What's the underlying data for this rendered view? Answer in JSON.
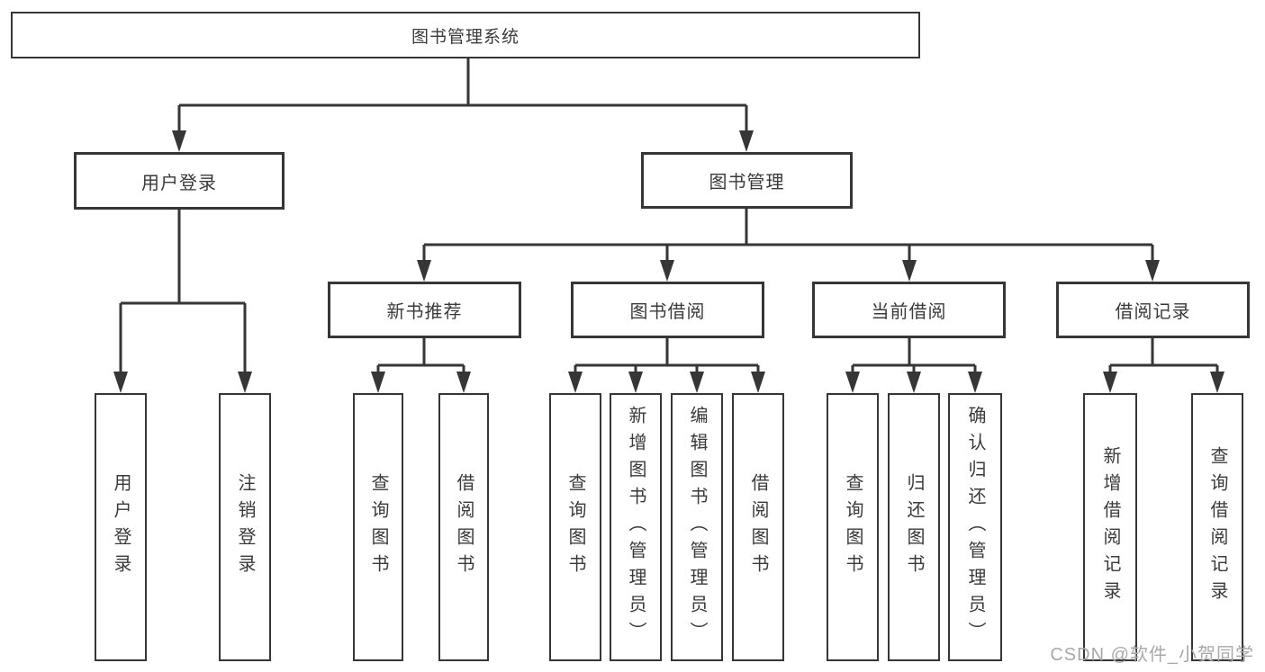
{
  "colors": {
    "line": "#363636",
    "text": "#3a3a3a",
    "watermark": "#a9a9a9",
    "background": "#ffffff"
  },
  "watermark": "CSDN @软件_小贺同学",
  "tree": {
    "root": {
      "label": "图书管理系统"
    },
    "children": [
      {
        "label": "用户登录",
        "children": [
          {
            "label": "用户登录"
          },
          {
            "label": "注销登录"
          }
        ]
      },
      {
        "label": "图书管理",
        "children": [
          {
            "label": "新书推荐",
            "children": [
              {
                "label": "查询图书"
              },
              {
                "label": "借阅图书"
              }
            ]
          },
          {
            "label": "图书借阅",
            "children": [
              {
                "label": "查询图书"
              },
              {
                "label": "新增图书（管理员）"
              },
              {
                "label": "编辑图书（管理员）"
              },
              {
                "label": "借阅图书"
              }
            ]
          },
          {
            "label": "当前借阅",
            "children": [
              {
                "label": "查询图书"
              },
              {
                "label": "归还图书"
              },
              {
                "label": "确认归还（管理员）"
              }
            ]
          },
          {
            "label": "借阅记录",
            "children": [
              {
                "label": "新增借阅记录"
              },
              {
                "label": "查询借阅记录"
              }
            ]
          }
        ]
      }
    ]
  }
}
